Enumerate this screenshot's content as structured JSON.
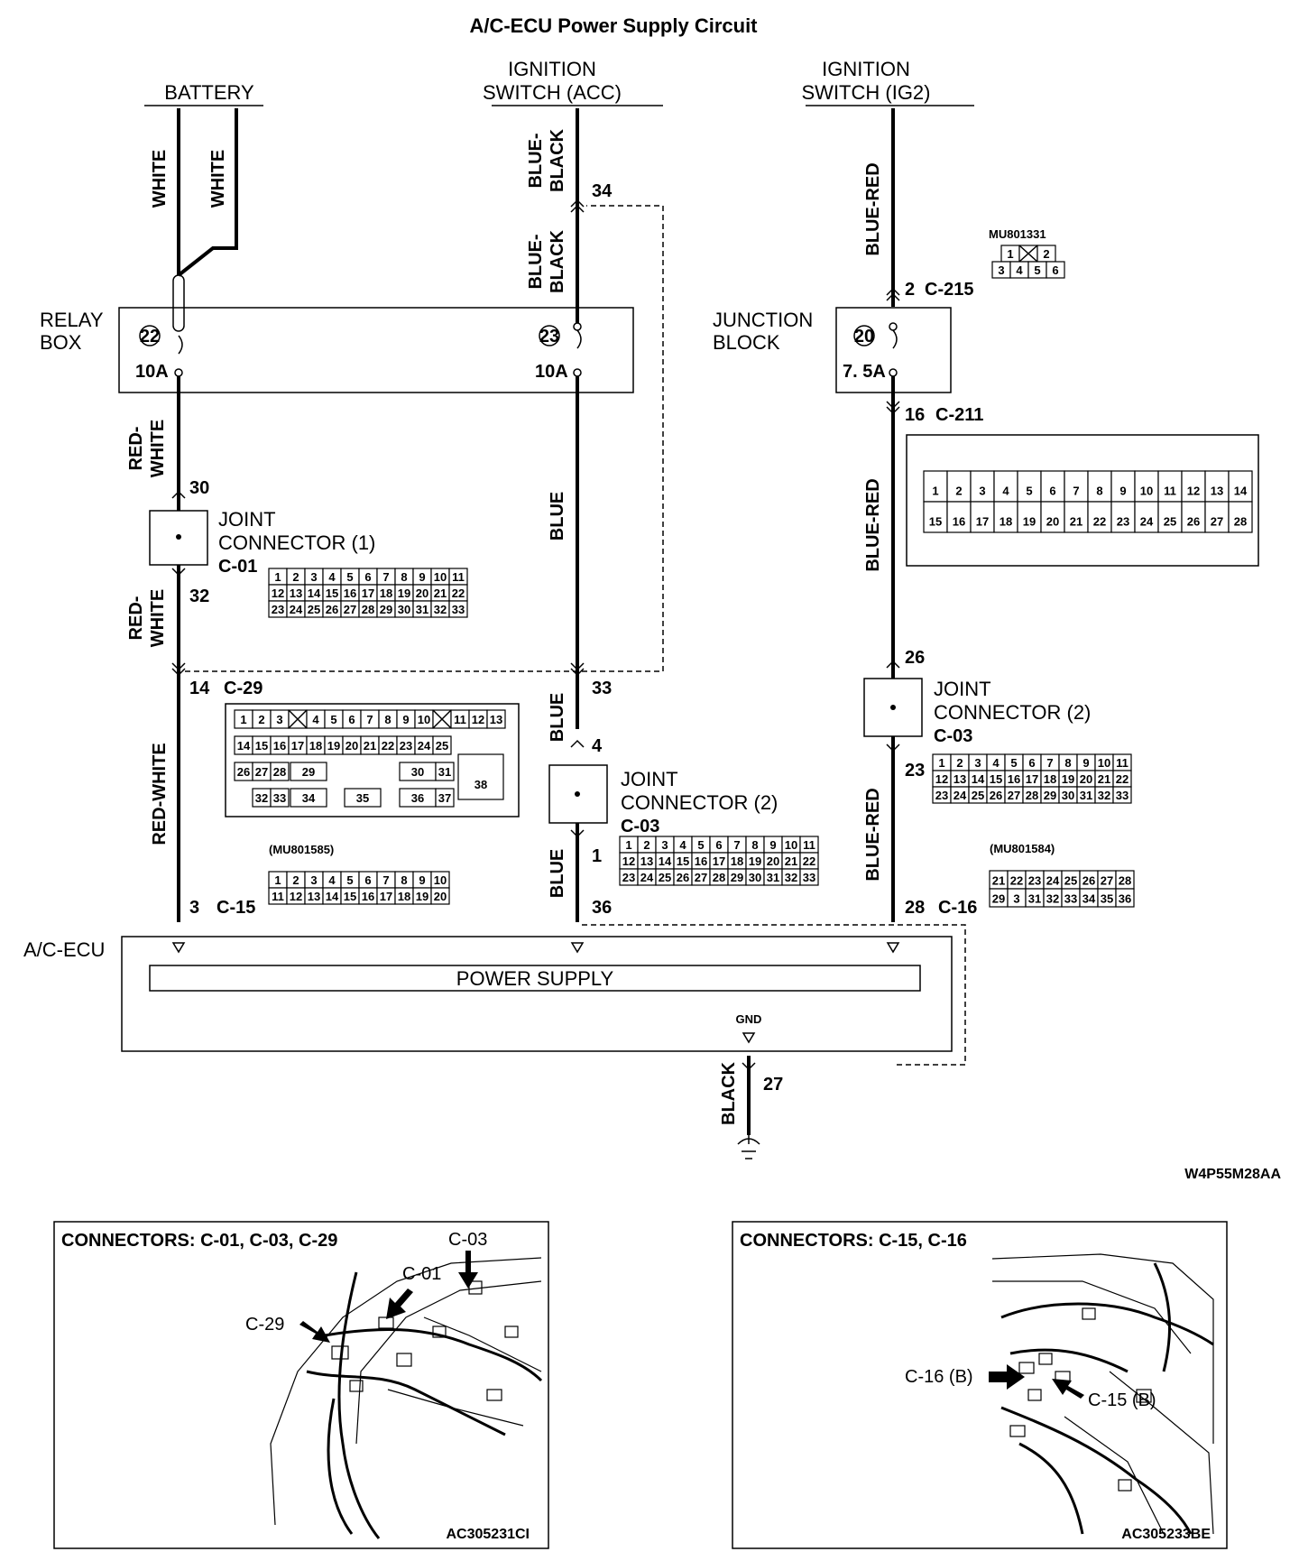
{
  "title": "A/C-ECU Power Supply Circuit",
  "sources": {
    "battery": "BATTERY",
    "ign_acc_1": "IGNITION",
    "ign_acc_2": "SWITCH (ACC)",
    "ign_ig2_1": "IGNITION",
    "ign_ig2_2": "SWITCH (IG2)"
  },
  "wires": {
    "white": "WHITE",
    "blue_black_1": "BLUE-",
    "blue_black_2": "BLACK",
    "blue_red": "BLUE-RED",
    "red_white_1": "RED-",
    "red_white_2": "WHITE",
    "red_white": "RED-WHITE",
    "blue": "BLUE",
    "black": "BLACK"
  },
  "relay_box": {
    "label_1": "RELAY",
    "label_2": "BOX",
    "fuse_a": "22",
    "fuse_a_rating": "10A",
    "fuse_b": "23",
    "fuse_b_rating": "10A"
  },
  "junction_block": {
    "label_1": "JUNCTION",
    "label_2": "BLOCK",
    "fuse": "20",
    "fuse_rating": "7. 5A"
  },
  "pins": {
    "p34": "34",
    "p30": "30",
    "p32": "32",
    "p14": "14",
    "c29": "C-29",
    "p33": "33",
    "p4": "4",
    "p1": "1",
    "p36": "36",
    "p3": "3",
    "c15": "C-15",
    "p2": "2",
    "c215": "C-215",
    "p16": "16",
    "c211": "C-211",
    "p26": "26",
    "p23": "23",
    "p28": "28",
    "c16": "C-16",
    "p27": "27"
  },
  "joint1": {
    "label_1": "JOINT",
    "label_2": "CONNECTOR (1)",
    "code": "C-01",
    "rows": [
      [
        "1",
        "2",
        "3",
        "4",
        "5",
        "6",
        "7",
        "8",
        "9",
        "10",
        "11"
      ],
      [
        "12",
        "13",
        "14",
        "15",
        "16",
        "17",
        "18",
        "19",
        "20",
        "21",
        "22"
      ],
      [
        "23",
        "24",
        "25",
        "26",
        "27",
        "28",
        "29",
        "30",
        "31",
        "32",
        "33"
      ]
    ]
  },
  "joint2_mid": {
    "label_1": "JOINT",
    "label_2": "CONNECTOR (2)",
    "code": "C-03",
    "rows": [
      [
        "1",
        "2",
        "3",
        "4",
        "5",
        "6",
        "7",
        "8",
        "9",
        "10",
        "11"
      ],
      [
        "12",
        "13",
        "14",
        "15",
        "16",
        "17",
        "18",
        "19",
        "20",
        "21",
        "22"
      ],
      [
        "23",
        "24",
        "25",
        "26",
        "27",
        "28",
        "29",
        "30",
        "31",
        "32",
        "33"
      ]
    ]
  },
  "joint2_right": {
    "label_1": "JOINT",
    "label_2": "CONNECTOR (2)",
    "code": "C-03",
    "rows": [
      [
        "1",
        "2",
        "3",
        "4",
        "5",
        "6",
        "7",
        "8",
        "9",
        "10",
        "11"
      ],
      [
        "12",
        "13",
        "14",
        "15",
        "16",
        "17",
        "18",
        "19",
        "20",
        "21",
        "22"
      ],
      [
        "23",
        "24",
        "25",
        "26",
        "27",
        "28",
        "29",
        "30",
        "31",
        "32",
        "33"
      ]
    ]
  },
  "c29_conn": {
    "row1": [
      "1",
      "2",
      "3",
      "",
      "4",
      "5",
      "6",
      "7",
      "8",
      "9",
      "10",
      "",
      "11",
      "12",
      "13"
    ],
    "row2": [
      "14",
      "15",
      "16",
      "17",
      "18",
      "19",
      "20",
      "21",
      "22",
      "23",
      "24",
      "25"
    ],
    "row3a": [
      "26",
      "27",
      "28"
    ],
    "row3b": "29",
    "row3c": [
      "30",
      "31"
    ],
    "row4a": [
      "32",
      "33"
    ],
    "row4b": "34",
    "row4c": "35",
    "row4d": [
      "36",
      "37"
    ],
    "big": "38"
  },
  "c15_conn": {
    "part": "(MU801585)",
    "rows": [
      [
        "1",
        "2",
        "3",
        "4",
        "5",
        "6",
        "7",
        "8",
        "9",
        "10"
      ],
      [
        "11",
        "12",
        "13",
        "14",
        "15",
        "16",
        "17",
        "18",
        "19",
        "20"
      ]
    ]
  },
  "c16_conn": {
    "part": "(MU801584)",
    "rows": [
      [
        "21",
        "22",
        "23",
        "24",
        "25",
        "26",
        "27",
        "28"
      ],
      [
        "29",
        "3",
        "31",
        "32",
        "33",
        "34",
        "35",
        "36"
      ]
    ]
  },
  "c215_conn": {
    "part": "MU801331",
    "rows": [
      [
        "1",
        "",
        "2"
      ],
      [
        "3",
        "4",
        "5",
        "6"
      ]
    ]
  },
  "c211_conn": {
    "rows": [
      [
        "1",
        "2",
        "3",
        "4",
        "5",
        "6",
        "7",
        "8",
        "9",
        "10",
        "11",
        "12",
        "13",
        "14"
      ],
      [
        "15",
        "16",
        "17",
        "18",
        "19",
        "20",
        "21",
        "22",
        "23",
        "24",
        "25",
        "26",
        "27",
        "28"
      ]
    ]
  },
  "ecu": {
    "label": "A/C-ECU",
    "supply": "POWER SUPPLY",
    "gnd": "GND"
  },
  "figure_code": "W4P55M28AA",
  "inset_left": {
    "title": "CONNECTORS: C-01, C-03, C-29",
    "callout_c03": "C-03",
    "callout_c01": "C-01",
    "callout_c29": "C-29",
    "code": "AC305231CI"
  },
  "inset_right": {
    "title": "CONNECTORS: C-15, C-16",
    "callout_c16": "C-16 (B)",
    "callout_c15": "C-15 (B)",
    "code": "AC305233BE"
  }
}
